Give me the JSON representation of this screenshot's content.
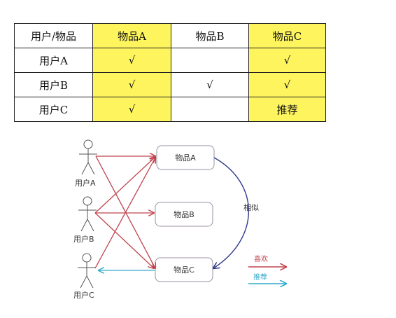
{
  "table": {
    "header": [
      "用户/物品",
      "物品A",
      "物品B",
      "物品C"
    ],
    "rows": [
      {
        "user": "用户A",
        "cells": [
          "√",
          "",
          "√"
        ]
      },
      {
        "user": "用户B",
        "cells": [
          "√",
          "√",
          "√"
        ]
      },
      {
        "user": "用户C",
        "cells": [
          "√",
          "",
          "推荐"
        ]
      }
    ]
  },
  "diagram": {
    "users": [
      "用户A",
      "用户B",
      "用户C"
    ],
    "items": [
      "物品A",
      "物品B",
      "物品C"
    ],
    "similar_label": "相似",
    "legend": {
      "like": "喜欢",
      "recommend": "推荐"
    },
    "colors": {
      "like": "#c0454e",
      "recommend": "#33aacc",
      "similar": "#2e3a8c",
      "highlight": "#fdf45e"
    }
  }
}
